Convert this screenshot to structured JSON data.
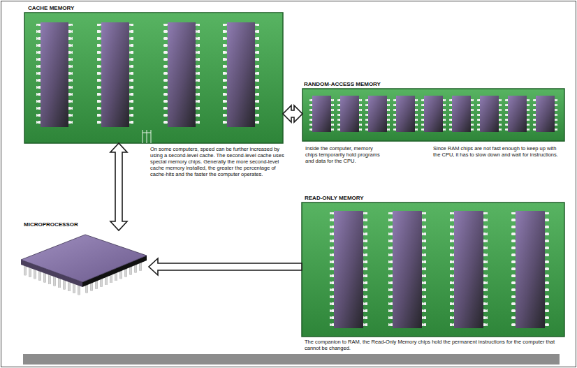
{
  "diagram": {
    "nodes": [
      {
        "text": [
          "CACHE MEMORY",
          "On some computers, speed can be further increased by using a second-level cache. The second-level cache uses special memory chips. Generally the more second-level cache memory installed, the greater the percentage of cache-hits and the faster the computer operates."
        ]
      },
      {
        "text": [
          "RANDOM-ACCESS MEMORY",
          "Inside the computer, memory chips temporarily hold programs and data for the CPU.",
          "Since RAM chips are not fast enough to keep up with the CPU, it has to slow down and wait for instructions."
        ]
      },
      {
        "text": [
          "MICROPROCESSOR"
        ]
      },
      {
        "text": [
          "READ-ONLY MEMORY",
          "The companion to RAM, the Read-Only Memory chips hold the permanent instructions for the computer that cannot be changed."
        ]
      }
    ],
    "edges": [
      {
        "from": 0,
        "to": 1,
        "arrow": "both"
      },
      {
        "from": 0,
        "to": 2,
        "arrow": "both"
      },
      {
        "from": 3,
        "to": 2,
        "arrow": "to"
      }
    ]
  }
}
